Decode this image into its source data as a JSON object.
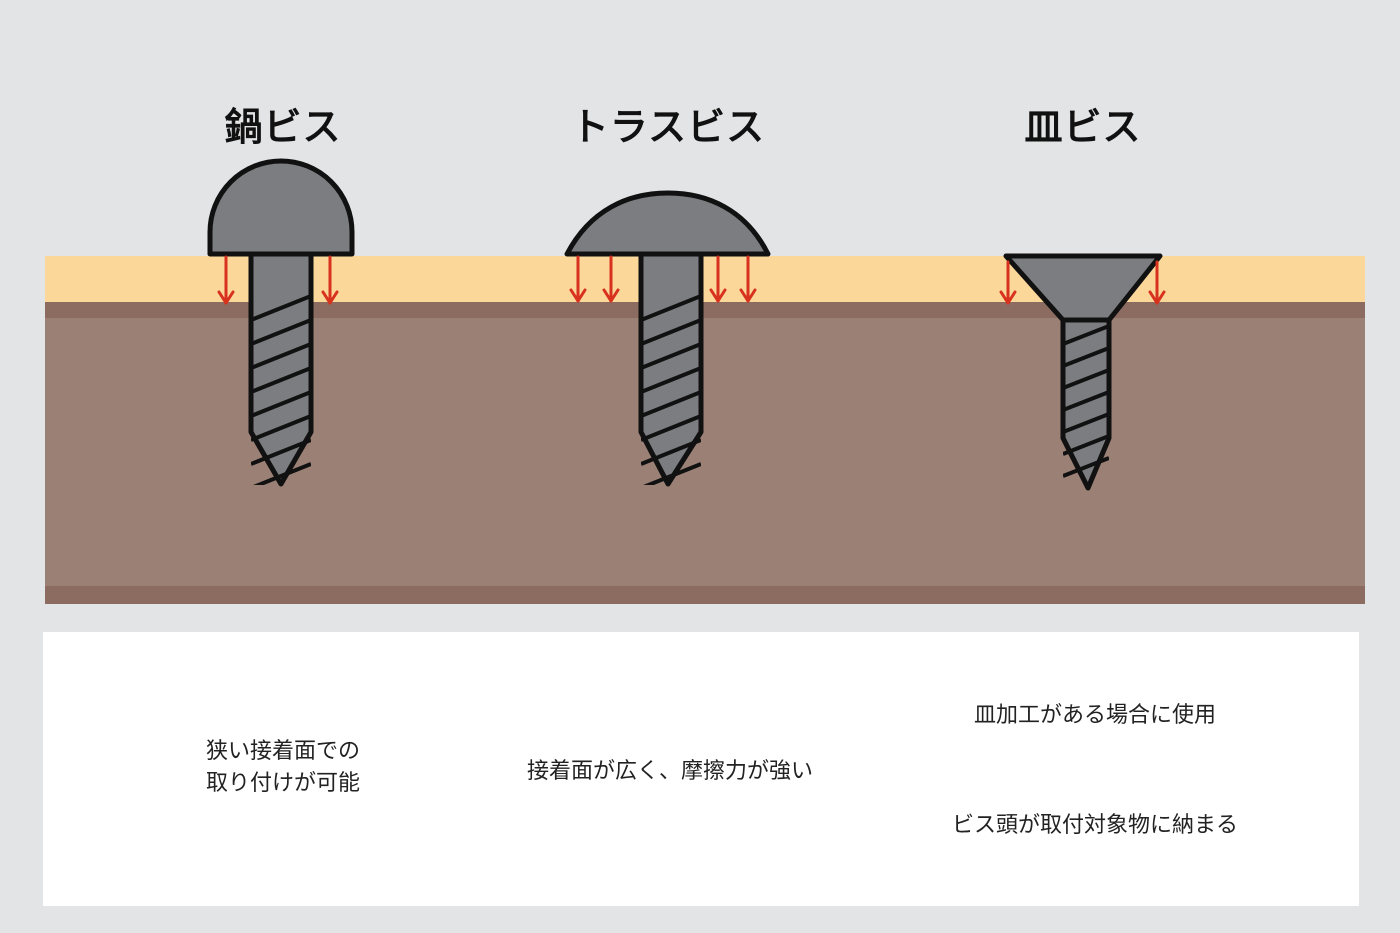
{
  "titles": {
    "pan": "鍋ビス",
    "truss": "トラスビス",
    "flat": "皿ビス"
  },
  "descriptions": {
    "pan_line1": "狭い接着面での",
    "pan_line2": "取り付けが可能",
    "truss": "接着面が広く、摩擦力が強い",
    "flat_1": "皿加工がある場合に使用",
    "flat_2": "ビス頭が取付対象物に納まる"
  },
  "colors": {
    "background": "#e3e4e5",
    "top_board": "#fcd79a",
    "base_board": "#9b8075",
    "board_edge": "#8c6c60",
    "screw": "#7b7d80",
    "arrow": "#d8321f"
  }
}
